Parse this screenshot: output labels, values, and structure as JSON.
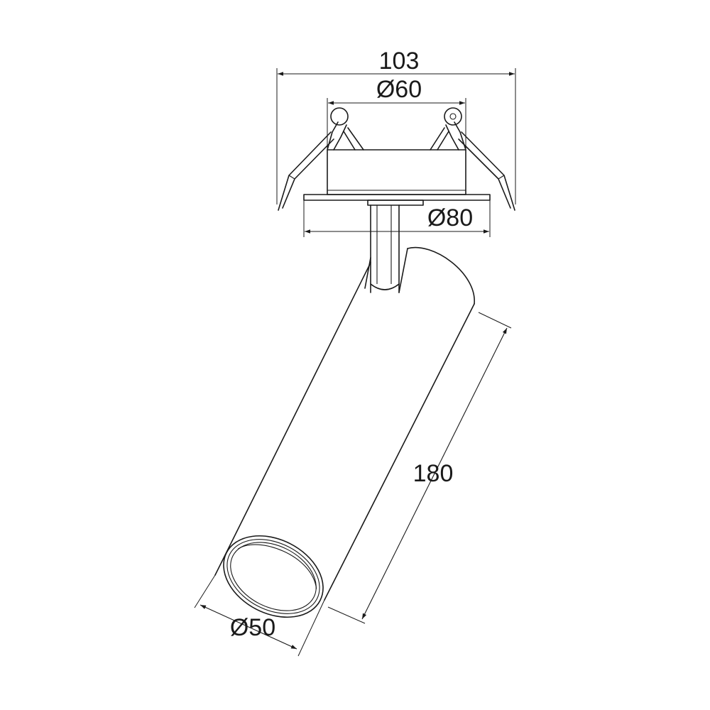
{
  "dimensions": {
    "overall_width": "103",
    "cutout_diameter": "Ø60",
    "flange_diameter": "Ø80",
    "tube_length": "180",
    "tube_diameter": "Ø50"
  },
  "colors": {
    "line": "#1a1a1a",
    "background": "#ffffff"
  }
}
